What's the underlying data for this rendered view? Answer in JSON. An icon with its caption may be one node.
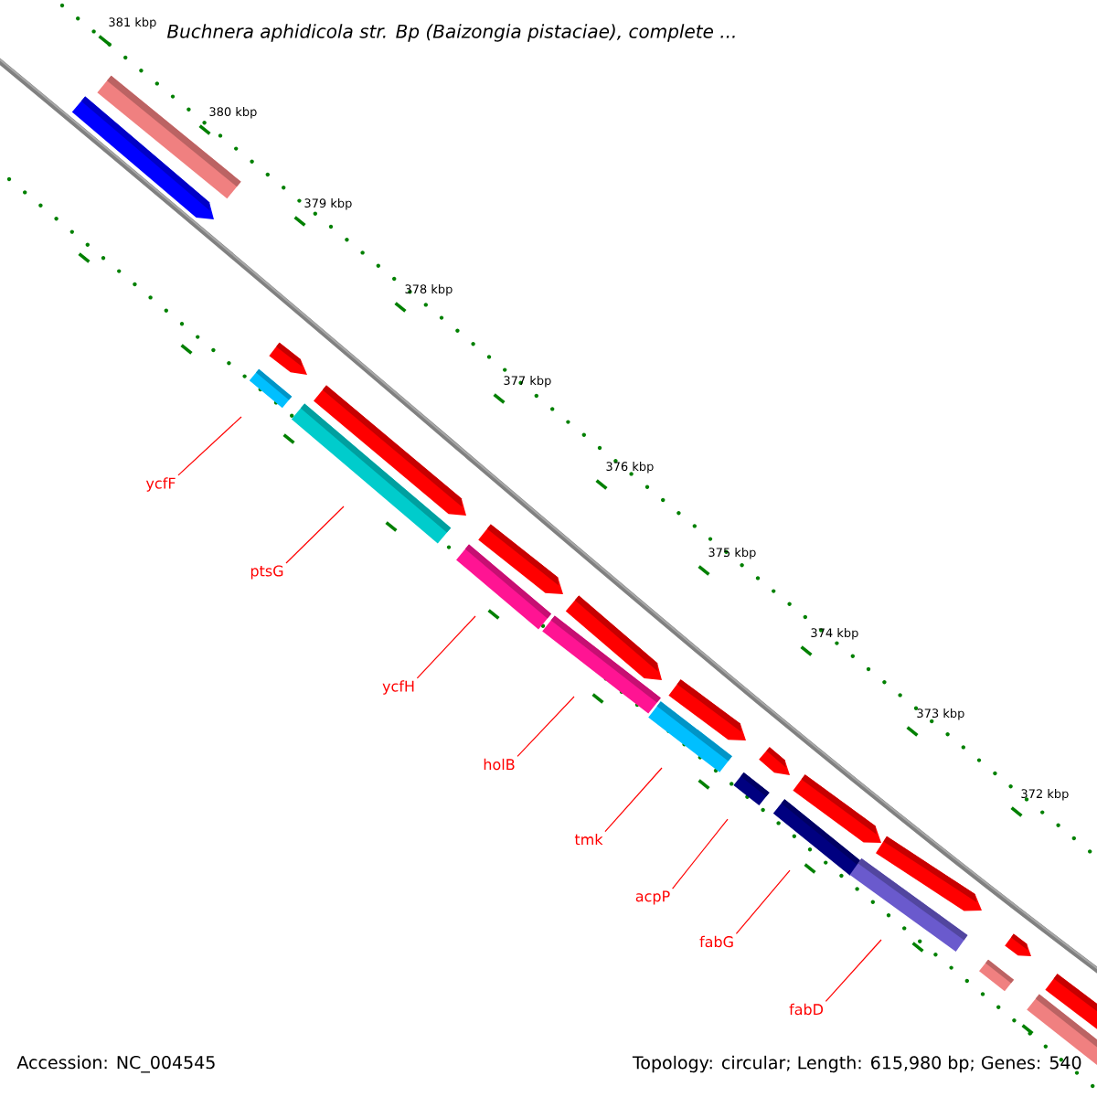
{
  "diagram": {
    "title": "Buchnera aphidicola str. Bp (Baizongia pistaciae), complete ...",
    "nodes": [
      {
        "text": [
          "ycfF"
        ]
      },
      {
        "text": [
          "ptsG"
        ]
      },
      {
        "text": [
          "ycfH"
        ]
      },
      {
        "text": [
          "holB"
        ]
      },
      {
        "text": [
          "tmk"
        ]
      },
      {
        "text": [
          "acpP"
        ]
      },
      {
        "text": [
          "fabG"
        ]
      },
      {
        "text": [
          "fabD"
        ]
      }
    ],
    "edges": [
      {
        "from": 0,
        "to": null,
        "arrow": "none",
        "color": "#ff0000"
      },
      {
        "from": 1,
        "to": null,
        "arrow": "none",
        "color": "#ff0000"
      },
      {
        "from": 2,
        "to": null,
        "arrow": "none",
        "color": "#ff0000"
      },
      {
        "from": 3,
        "to": null,
        "arrow": "none",
        "color": "#ff0000"
      },
      {
        "from": 4,
        "to": null,
        "arrow": "none",
        "color": "#ff0000"
      },
      {
        "from": 5,
        "to": null,
        "arrow": "none",
        "color": "#ff0000"
      },
      {
        "from": 6,
        "to": null,
        "arrow": "none",
        "color": "#ff0000"
      },
      {
        "from": 7,
        "to": null,
        "arrow": "none",
        "color": "#ff0000"
      }
    ],
    "labels": [
      "381 kbp",
      "380 kbp",
      "379 kbp",
      "378 kbp",
      "377 kbp",
      "376 kbp",
      "375 kbp",
      "374 kbp",
      "373 kbp",
      "372 kbp",
      "Accession: NC_004545",
      "Topology: circular; Length: 615,980 bp; Genes: 540"
    ]
  }
}
